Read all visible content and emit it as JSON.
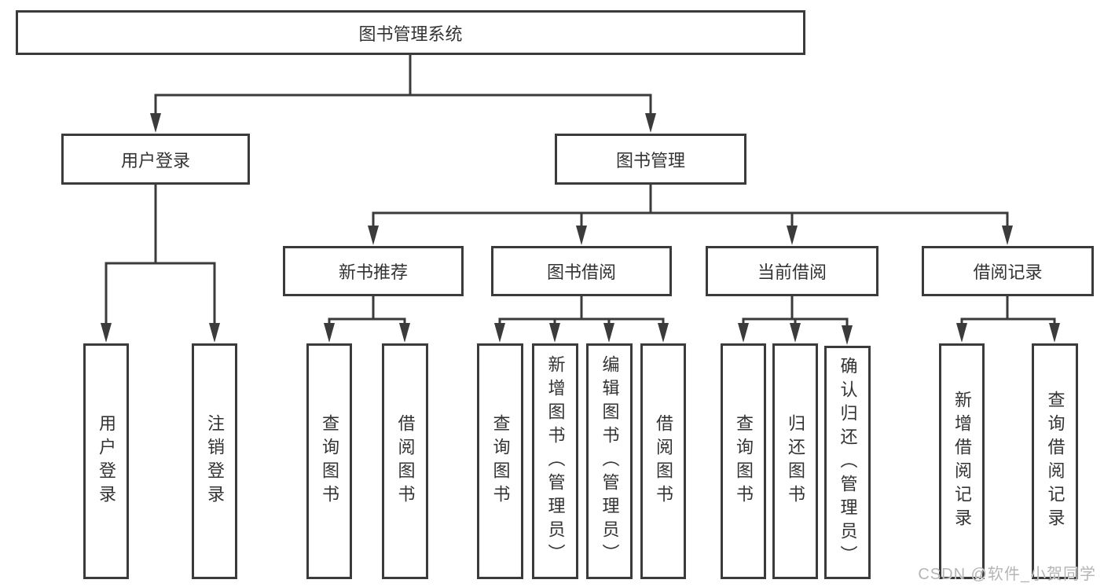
{
  "diagram": {
    "nodes": {
      "root": {
        "label": "图书管理系统"
      },
      "user_login": {
        "label": "用户登录"
      },
      "book_mgmt": {
        "label": "图书管理"
      },
      "login": {
        "label": "用户登录"
      },
      "logout": {
        "label": "注销登录"
      },
      "new_book_rec": {
        "label": "新书推荐"
      },
      "book_borrow": {
        "label": "图书借阅"
      },
      "current_borrow": {
        "label": "当前借阅"
      },
      "borrow_records": {
        "label": "借阅记录"
      },
      "search_book_1": {
        "label": "查询图书"
      },
      "borrow_book_1": {
        "label": "借阅图书"
      },
      "search_book_2": {
        "label": "查询图书"
      },
      "add_book": {
        "label": "新增图书（管理员）"
      },
      "edit_book": {
        "label": "编辑图书（管理员）"
      },
      "borrow_book_2": {
        "label": "借阅图书"
      },
      "search_book_3": {
        "label": "查询图书"
      },
      "return_book": {
        "label": "归还图书"
      },
      "confirm_return": {
        "label": "确认归还（管理员）"
      },
      "add_borrow_record": {
        "label": "新增借阅记录"
      },
      "search_borrow_record": {
        "label": "查询借阅记录"
      }
    },
    "colors": {
      "line": "#3b3b3b",
      "text": "#333333",
      "background": "#ffffff"
    }
  },
  "watermark": {
    "text": "CSDN @软件_小贺同学",
    "color": "#b5b5b5"
  }
}
